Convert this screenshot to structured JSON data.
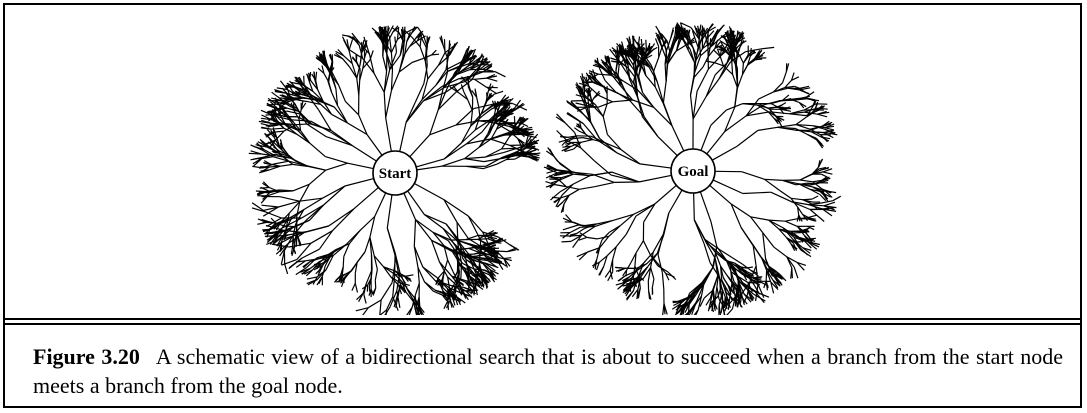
{
  "figure": {
    "label": "Figure 3.20",
    "caption": "A schematic view of a bidirectional search that is about to succeed when a branch from the start node meets a branch from the goal node.",
    "start_node_label": "Start",
    "goal_node_label": "Goal"
  }
}
